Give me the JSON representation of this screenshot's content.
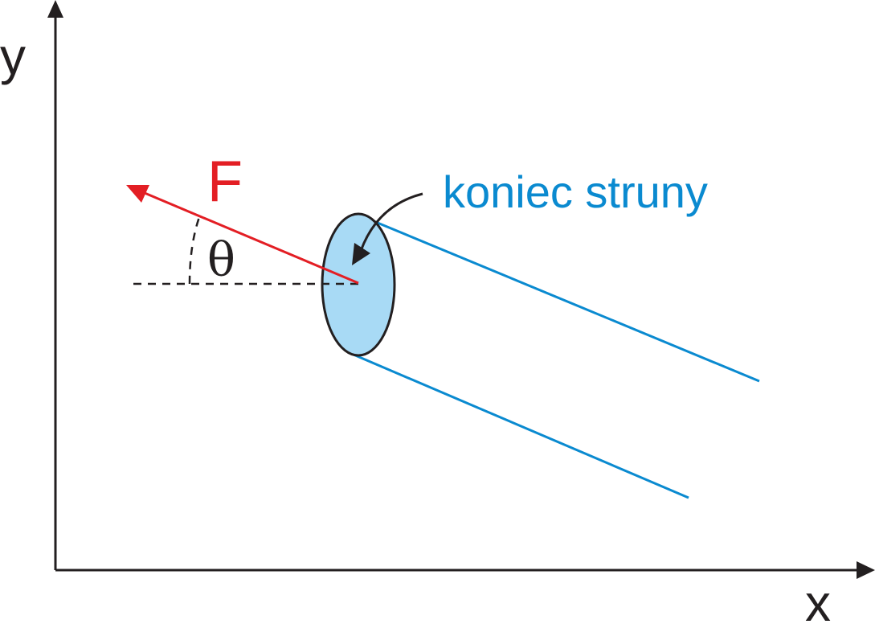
{
  "axes": {
    "x_label": "x",
    "y_label": "y"
  },
  "force": {
    "label": "F",
    "color": "#e31e24"
  },
  "angle": {
    "label": "θ"
  },
  "string": {
    "label": "koniec struny",
    "color": "#0a8ad0",
    "end_fill": "#a8daf5"
  },
  "colors": {
    "axis": "#231f20",
    "outline": "#231f20"
  }
}
